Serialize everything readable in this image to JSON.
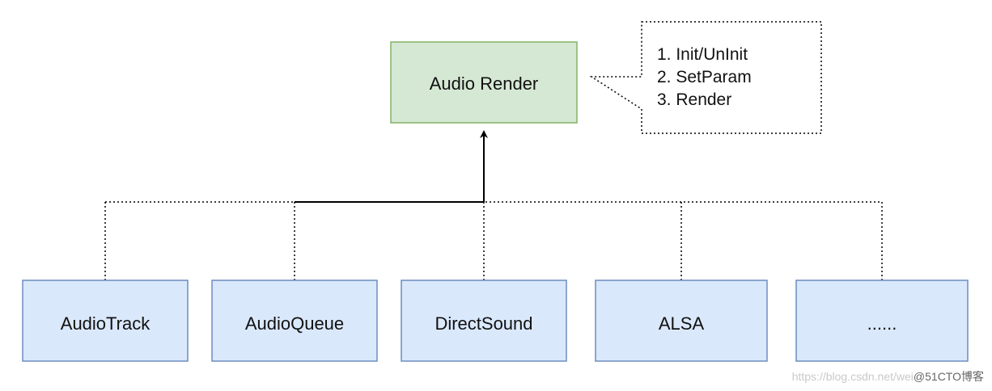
{
  "diagram": {
    "parent": {
      "label": "Audio Render",
      "fill": "#d5e8d4",
      "stroke": "#82b366"
    },
    "note": {
      "lines": [
        "1. Init/UnInit",
        "2. SetParam",
        "3. Render"
      ]
    },
    "children": [
      {
        "label": "AudioTrack"
      },
      {
        "label": "AudioQueue"
      },
      {
        "label": "DirectSound"
      },
      {
        "label": "ALSA"
      },
      {
        "label": "......"
      }
    ],
    "child_style": {
      "fill": "#dae8fc",
      "stroke": "#6c8ebf"
    }
  },
  "watermark": {
    "url_text": "https://blog.csdn.net/wei",
    "brand_text": "@51CTO博客"
  }
}
